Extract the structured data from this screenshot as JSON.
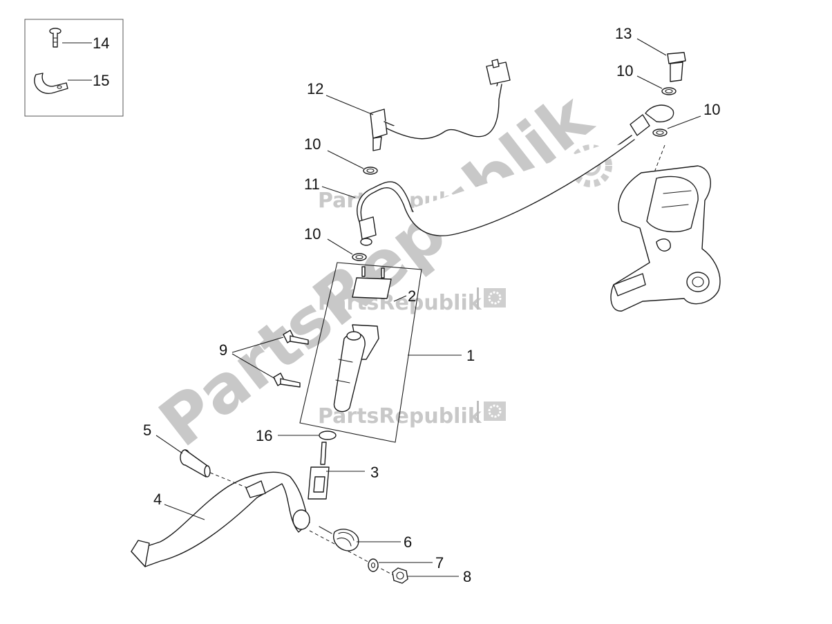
{
  "watermark": {
    "text": "PartsRepublik",
    "gear_icon": "gear-flag-icon",
    "color": "#c8c8c8"
  },
  "callouts": {
    "c1": "1",
    "c2": "2",
    "c3": "3",
    "c4": "4",
    "c5": "5",
    "c6": "6",
    "c7": "7",
    "c8": "8",
    "c9": "9",
    "c10a": "10",
    "c10b": "10",
    "c10c": "10",
    "c10d": "10",
    "c11": "11",
    "c12": "12",
    "c13": "13",
    "c14": "14",
    "c15": "15",
    "c16": "16"
  }
}
